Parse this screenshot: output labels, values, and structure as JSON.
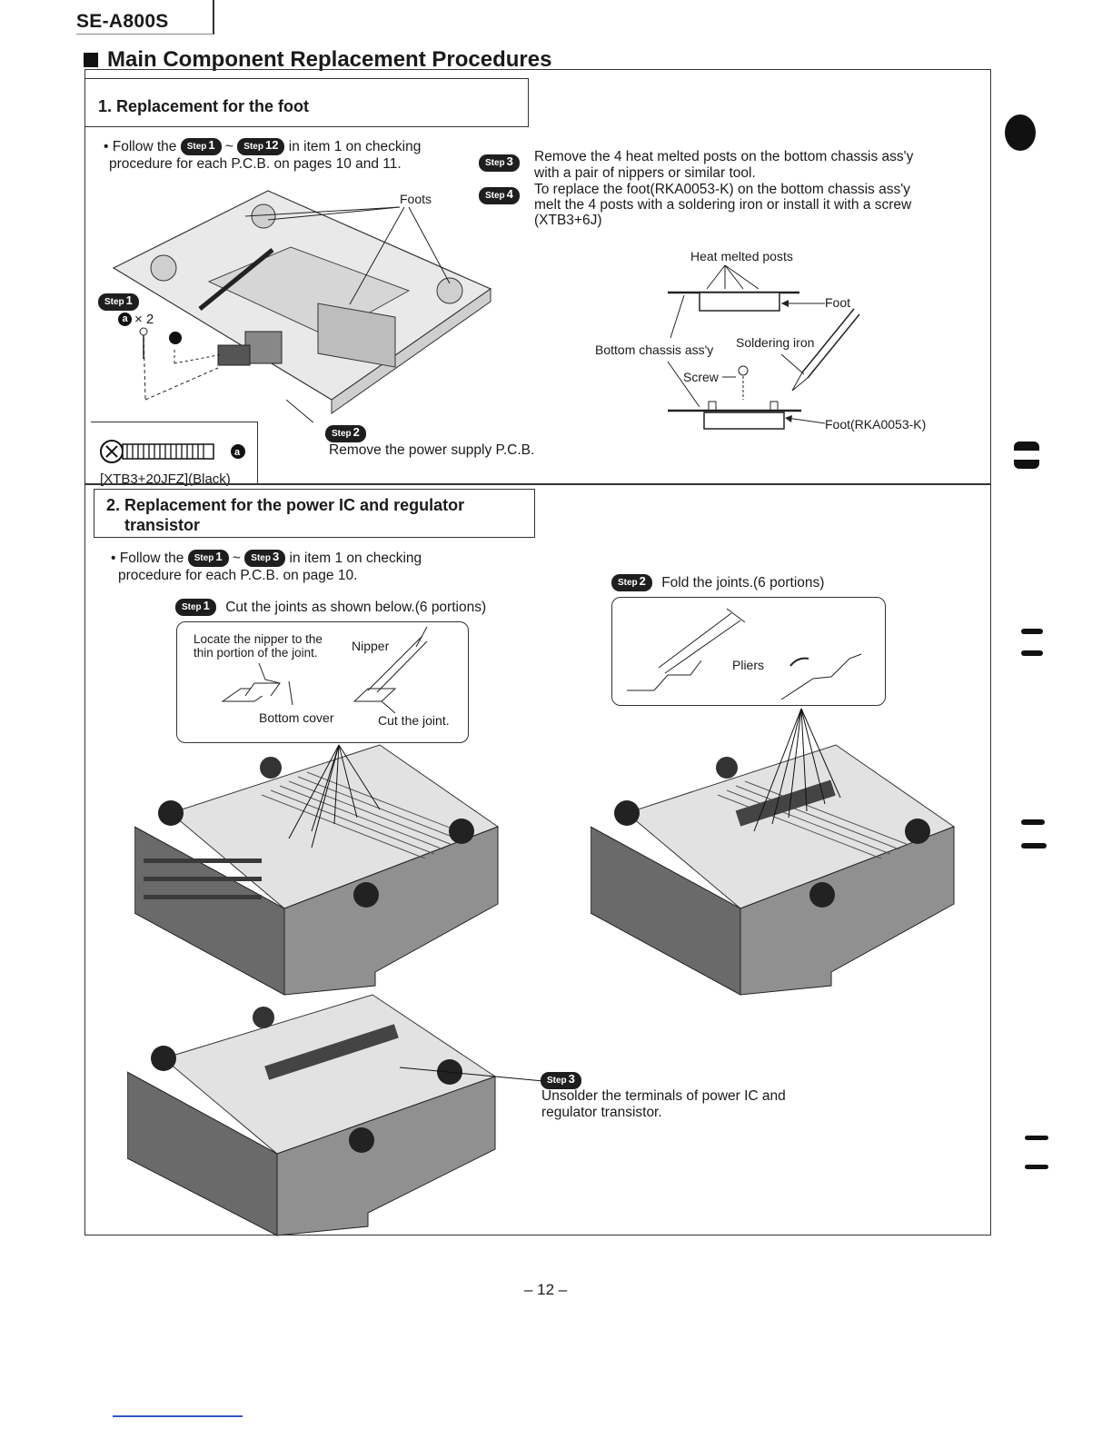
{
  "header": {
    "model": "SE-A800S",
    "title": "Main Component Replacement Procedures"
  },
  "section1": {
    "title": "1. Replacement for the foot",
    "follow": {
      "prefix": "• Follow the",
      "step_a": "Step",
      "step_a_num": "1",
      "tilde": "~",
      "step_b": "Step",
      "step_b_num": "12",
      "suffix": "in item 1 on checking",
      "line2": "procedure for each P.C.B. on pages 10 and 11."
    },
    "foots_label": "Foots",
    "step1_badge_num": "1",
    "screw_count": "× 2",
    "screw_letter": "a",
    "screw_part": "[XTB3+20JFZ](Black)",
    "step2_badge_num": "2",
    "step2_text": "Remove the power supply P.C.B.",
    "step3_badge_num": "3",
    "step3_text_l1": "Remove the 4 heat melted posts on the bottom chassis ass'y",
    "step3_text_l2": "with a pair of nippers or similar tool.",
    "step4_badge_num": "4",
    "step4_text_l1": "To replace the foot(RKA0053-K) on the bottom chassis ass'y",
    "step4_text_l2": "melt the 4 posts with a soldering iron or install it with a screw",
    "step4_text_l3": "(XTB3+6J)",
    "diagram": {
      "heat_posts": "Heat melted posts",
      "foot": "Foot",
      "bottom_chassis": "Bottom chassis ass'y",
      "soldering_iron": "Soldering iron",
      "screw": "Screw",
      "foot_part": "Foot(RKA0053-K)"
    }
  },
  "section2": {
    "title_l1": "2. Replacement for the power IC and regulator",
    "title_l2": "transistor",
    "follow": {
      "prefix": "• Follow the",
      "step_a": "Step",
      "step_a_num": "1",
      "tilde": "~",
      "step_b": "Step",
      "step_b_num": "3",
      "suffix": "in item 1 on checking",
      "line2": "procedure for each P.C.B. on page 10."
    },
    "step1_num": "1",
    "step1_text": "Cut the joints as shown below.(6 portions)",
    "callout1": {
      "locate_l1": "Locate the nipper to the",
      "locate_l2": "thin portion of the joint.",
      "nipper": "Nipper",
      "bottom_cover": "Bottom cover",
      "cut": "Cut the joint."
    },
    "step2_num": "2",
    "step2_text": "Fold the joints.(6 portions)",
    "callout2": {
      "pliers": "Pliers"
    },
    "step3_num": "3",
    "step3_text_l1": "Unsolder the terminals of power IC and",
    "step3_text_l2": "regulator transistor."
  },
  "footer": {
    "page": "– 12 –"
  },
  "colors": {
    "ink": "#1a1a1a",
    "badge": "#1e1e1e",
    "paper": "#ffffff",
    "link_rule": "#3355cc"
  }
}
